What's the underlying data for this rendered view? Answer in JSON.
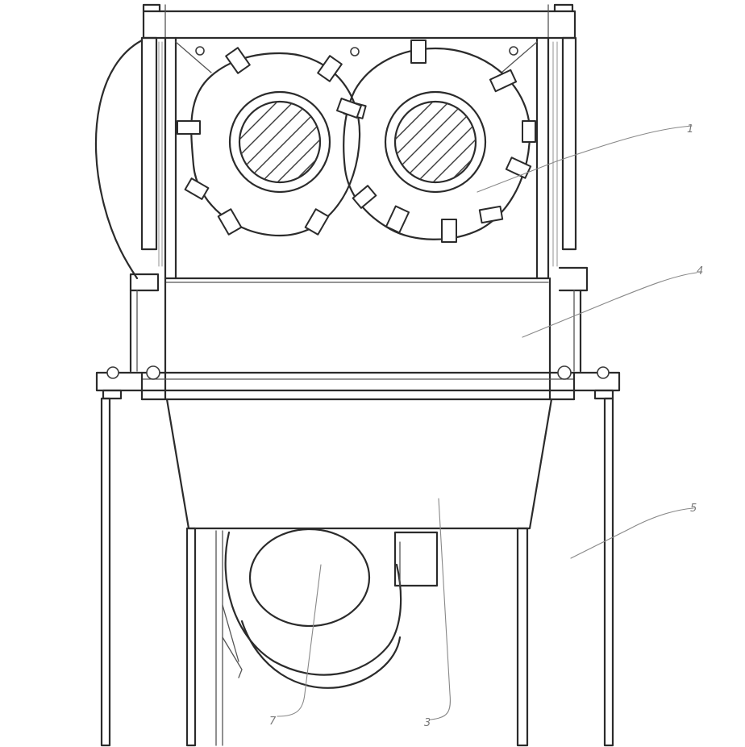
{
  "diagram": {
    "labels": {
      "shredder_rollers": "1",
      "crushing_box": "4",
      "support_frame": "5",
      "motor": "7",
      "hopper": "3"
    },
    "colors": {
      "stroke": "#2b2b2b",
      "leader": "#888888",
      "label": "#777777",
      "background": "#ffffff"
    }
  }
}
